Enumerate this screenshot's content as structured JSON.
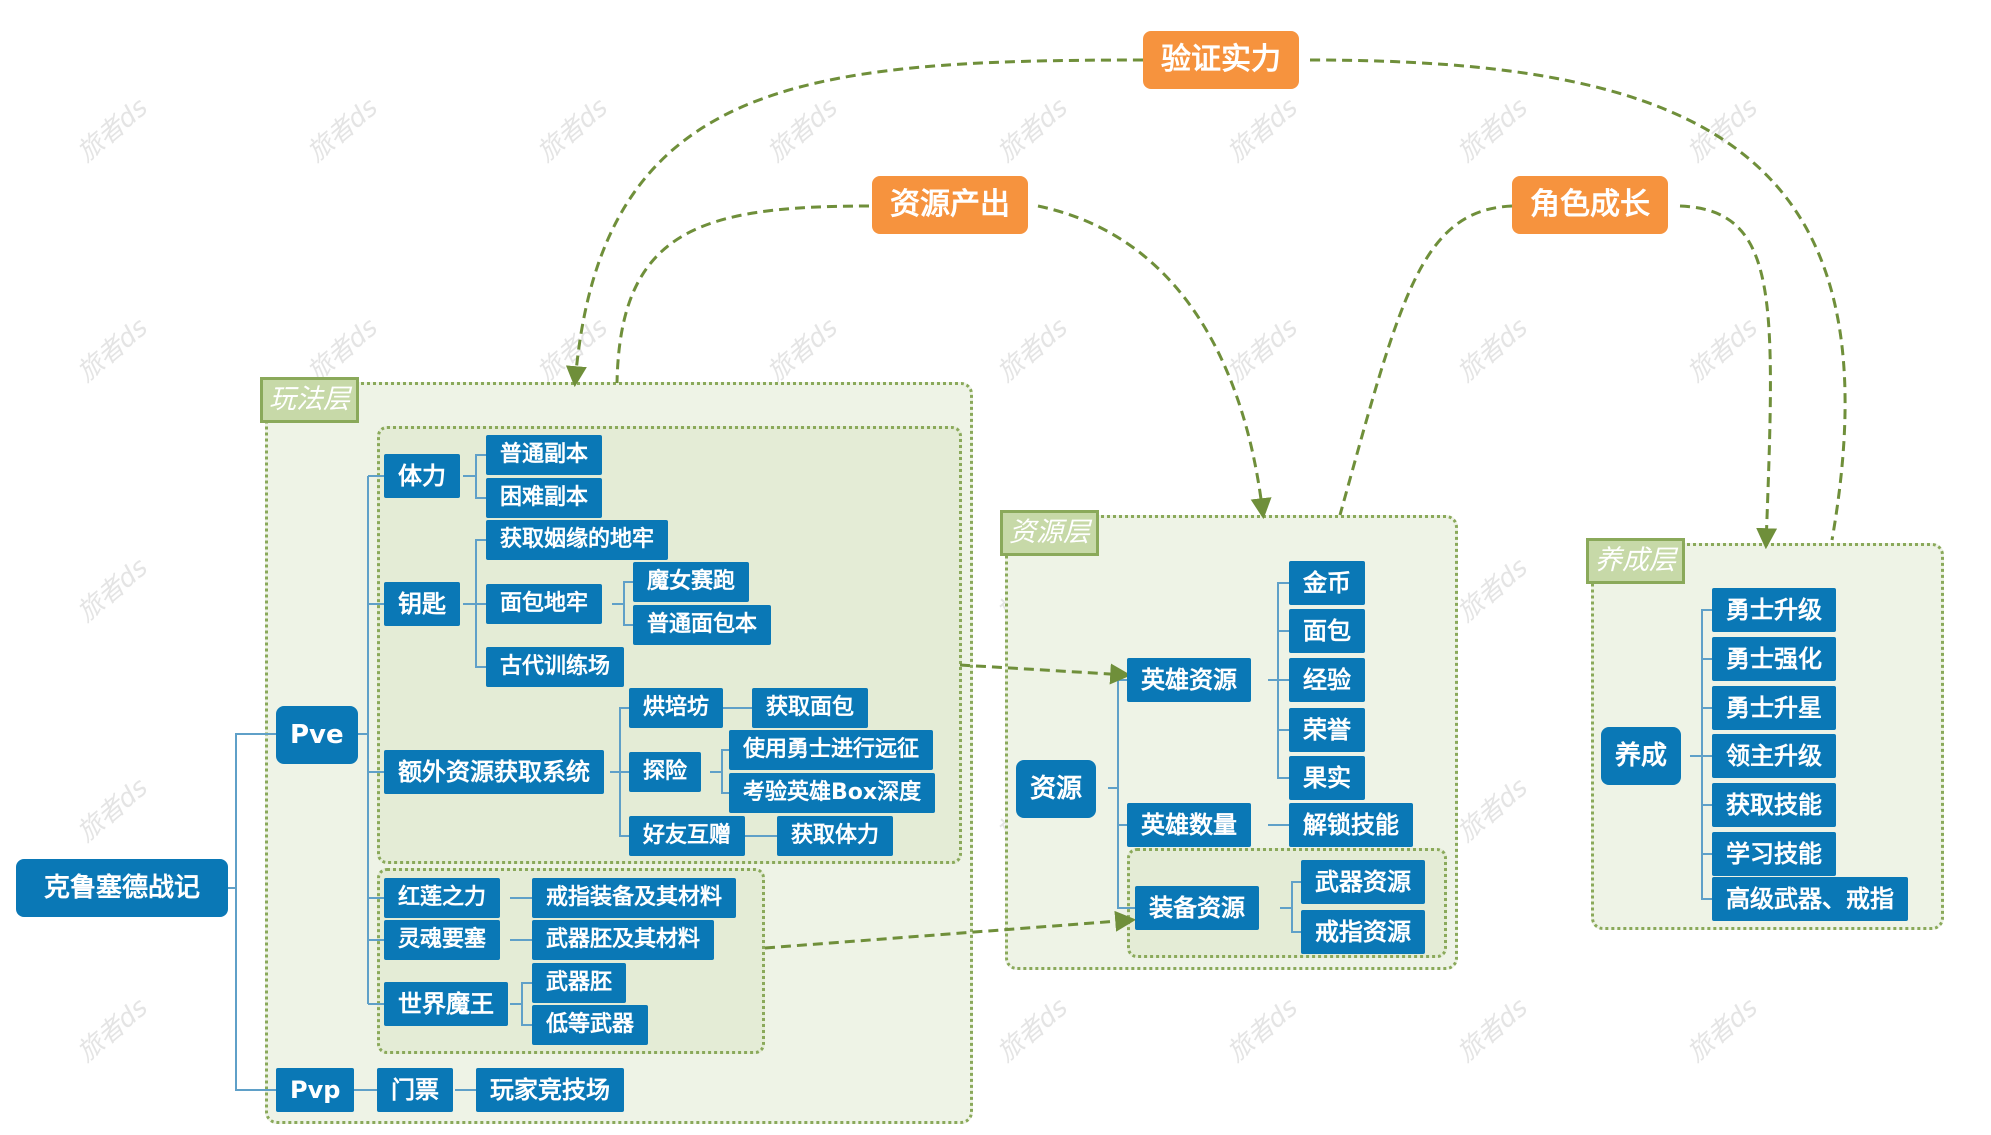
{
  "colors": {
    "node": "#0a78b6",
    "orange": "#f6933e",
    "group_bg": "#eef3e6",
    "group_border": "#8aa95a",
    "link": "#6f8f3a",
    "tree_line": "#5fa0c8"
  },
  "top_labels": {
    "verify": "验证实力",
    "resource_output": "资源产出",
    "growth": "角色成长"
  },
  "layers": {
    "play": "玩法层",
    "resource": "资源层",
    "cultivate": "养成层"
  },
  "root": "克鲁塞德战记",
  "pve": {
    "label": "Pve",
    "stamina": "体力",
    "normal_dungeon": "普通副本",
    "hard_dungeon": "困难副本",
    "key": "钥匙",
    "marriage_dungeon": "获取姻缘的地牢",
    "bread_dungeon": "面包地牢",
    "witch_race": "魔女赛跑",
    "normal_bread": "普通面包本",
    "ancient_arena": "古代训练场",
    "extra_system": "额外资源获取系统",
    "bakery": "烘培坊",
    "get_bread": "获取面包",
    "explore": "探险",
    "expedition": "使用勇士进行远征",
    "box_depth": "考验英雄Box深度",
    "friend_gift": "好友互赠",
    "get_stamina": "获取体力",
    "red_lotus": "红莲之力",
    "ring_materials": "戒指装备及其材料",
    "soul_fortress": "灵魂要塞",
    "weapon_embryo_materials": "武器胚及其材料",
    "world_demon": "世界魔王",
    "weapon_embryo": "武器胚",
    "low_weapon": "低等武器"
  },
  "pvp": {
    "label": "Pvp",
    "ticket": "门票",
    "arena": "玩家竞技场"
  },
  "resource": {
    "root": "资源",
    "hero_resource": "英雄资源",
    "gold": "金币",
    "bread": "面包",
    "exp": "经验",
    "honor": "荣誉",
    "fruit": "果实",
    "hero_count": "英雄数量",
    "unlock_skill": "解锁技能",
    "equip_resource": "装备资源",
    "weapon_resource": "武器资源",
    "ring_resource": "戒指资源"
  },
  "cultivate": {
    "root": "养成",
    "items": [
      "勇士升级",
      "勇士强化",
      "勇士升星",
      "领主升级",
      "获取技能",
      "学习技能",
      "高级武器、戒指"
    ]
  },
  "watermark": "旅者ds"
}
